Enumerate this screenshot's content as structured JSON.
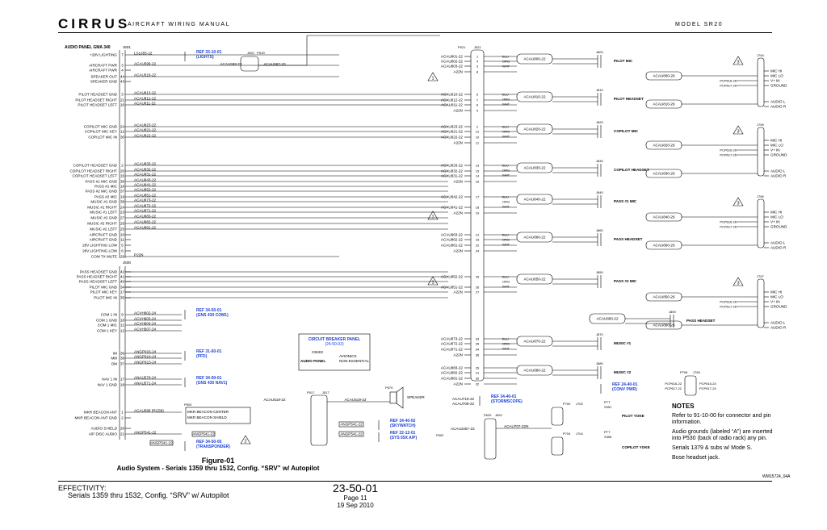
{
  "header": {
    "brand": "CIRRUS",
    "subtitle": "AIRCRAFT WIRING MANUAL",
    "model": "MODEL SR20"
  },
  "figure": {
    "number": "Figure-01",
    "title": "Audio System - Serials 1359 thru 1532, Config. “SRV” w/ Autopilot"
  },
  "effectivity": {
    "label": "EFFECTIVITY:",
    "text": "Serials 1359 thru 1532, Config. “SRV” w/ Autopilot"
  },
  "page": {
    "number": "23-50-01",
    "page": "Page 11",
    "date": "19 Sep 2010"
  },
  "drawing_id": "WM15724_04A",
  "notes": {
    "title": "NOTES",
    "items": [
      "Refer to 91-10-00 for connector and pin information.",
      "Audio grounds (labeled “A”) are inserted into P530 (back of radio rack) any pin.",
      "Serials 1379 & subs w/ Mode S.",
      "Bose headset jack."
    ]
  },
  "audio_panel": {
    "title": "AUDIO PANEL GMA 340",
    "connector_top": "J501",
    "connector_bottom": "J500",
    "pins_top": [
      {
        "name": "+28V LIGHTING",
        "pin": "7",
        "wire": "LSL655-22"
      },
      {
        "name": "AIRCRAFT PWR",
        "pin": "3",
        "wire": "ACAU598-22"
      },
      {
        "name": "AIRCRAFT PWR",
        "pin": "4",
        "wire": ""
      },
      {
        "name": "SPEAKER OUT",
        "pin": "44",
        "wire": "ACAU519-22"
      },
      {
        "name": "SPEAKER GND",
        "pin": "43",
        "wire": ""
      },
      {
        "name": "PILOT HEADSET GND",
        "pin": "3",
        "wire": "ACAU813-22"
      },
      {
        "name": "PILOT HEADSET RIGHT",
        "pin": "21",
        "wire": "ACAU812-22"
      },
      {
        "name": "PILOT HEADSET LEFT",
        "pin": "16",
        "wire": "ACAU811-22"
      },
      {
        "name": "COPILOT MIC GND",
        "pin": "24",
        "wire": "ACAU823-22"
      },
      {
        "name": "COPILOT MIC KEY",
        "pin": "12",
        "wire": "ACAU821-22"
      },
      {
        "name": "COPILOT MIC IN",
        "pin": "30",
        "wire": "ACAU822-22"
      },
      {
        "name": "COPILOT HEADSET GND",
        "pin": "2",
        "wire": "ACAU833-22"
      },
      {
        "name": "COPILOT HEADSET RIGHT",
        "pin": "20",
        "wire": "ACAU832-22"
      },
      {
        "name": "COPILOT HEADSET LEFT",
        "pin": "15",
        "wire": "ACAU831-22"
      },
      {
        "name": "PASS #1 MIC GND",
        "pin": "36",
        "wire": "ACAU843-22"
      },
      {
        "name": "PASS #1 MIC",
        "pin": "18",
        "wire": "ACAU841-22"
      },
      {
        "name": "PASS #2 MIC GND",
        "pin": "37",
        "wire": "ACAU852-22"
      },
      {
        "name": "PASS #2 MIC",
        "pin": "19",
        "wire": "ACAU851-22"
      },
      {
        "name": "MUSIC #1 GND",
        "pin": "39",
        "wire": "ACAU873-22"
      },
      {
        "name": "MUSIC #1 RIGHT",
        "pin": "24",
        "wire": "ACAU872-22"
      },
      {
        "name": "MUSIC #1 LEFT",
        "pin": "23",
        "wire": "ACAU871-22"
      },
      {
        "name": "MUSIC #2 GND",
        "pin": "27",
        "wire": "ACAU883-22"
      },
      {
        "name": "MUSIC #2 RIGHT",
        "pin": "26",
        "wire": "ACAU882-22"
      },
      {
        "name": "MUSIC #2 LEFT",
        "pin": "25",
        "wire": "ACAU881-22"
      },
      {
        "name": "AIRCRAFT GND",
        "pin": "10",
        "wire": ""
      },
      {
        "name": "AIRCRAFT GND",
        "pin": "11",
        "wire": ""
      },
      {
        "name": "28V LIGHTING LOW",
        "pin": "5",
        "wire": ""
      },
      {
        "name": "28V LIGHTING LOW",
        "pin": "6",
        "wire": ""
      },
      {
        "name": "COM TX MUTE",
        "pin": "29",
        "wire": "P22N"
      }
    ],
    "pins_bottom": [
      {
        "name": "PASS HEADSET GND",
        "pin": "42",
        "wire": ""
      },
      {
        "name": "PASS HEADSET RIGHT",
        "pin": "41",
        "wire": ""
      },
      {
        "name": "PASS HEADSET LEFT",
        "pin": "40",
        "wire": ""
      },
      {
        "name": "PILOT MIC GND",
        "pin": "34",
        "wire": ""
      },
      {
        "name": "PILOT MIC KEY",
        "pin": "17",
        "wire": ""
      },
      {
        "name": "PILOT MIC IN",
        "pin": "35",
        "wire": ""
      },
      {
        "name": "COM 1 IN",
        "pin": "9",
        "wire": "ACVH602-24"
      },
      {
        "name": "COM 1 GND",
        "pin": "10",
        "wire": "ACVH603-24"
      },
      {
        "name": "COM 1 MIC",
        "pin": "11",
        "wire": "ACVH604-24"
      },
      {
        "name": "COM 1 KEY",
        "pin": "12",
        "wire": "ACVH507-24"
      },
      {
        "name": "IM",
        "pin": "36",
        "wire": "ANGP915-24"
      },
      {
        "name": "MM",
        "pin": "38",
        "wire": "ANGP914-24"
      },
      {
        "name": "OM",
        "pin": "37",
        "wire": "ANGP913-24"
      },
      {
        "name": "NAV 1 IN",
        "pin": "17",
        "wire": "ANAU570-24"
      },
      {
        "name": "NAV 1 GND",
        "pin": "18",
        "wire": "ANAU571-24"
      },
      {
        "name": "MKR BEACON ANT",
        "pin": "1",
        "wire": "ACAU588 (RG58)"
      },
      {
        "name": "MKR BEACON ANT GND",
        "pin": "2",
        "wire": ""
      },
      {
        "name": "AUDIO SHIELD",
        "pin": "20",
        "wire": ""
      },
      {
        "name": "A/P DISC AUDIO",
        "pin": "21",
        "wire": "ANGP541-22"
      }
    ]
  },
  "refs": [
    {
      "ref": "REF 33-10-01",
      "desc": "(LIGHTS)"
    },
    {
      "ref": "REF 34-50-01",
      "desc": "(GNS 430 COM1)"
    },
    {
      "ref": "REF 31-60-01",
      "desc": "(PFD)"
    },
    {
      "ref": "REF 34-50-01",
      "desc": "(GNS 430 NAV1)"
    },
    {
      "ref": "REF 34-50-05",
      "desc": "(TRANSPONDER)"
    },
    {
      "ref": "REF 34-40-01",
      "desc": "(STORMSCOPE)"
    },
    {
      "ref": "REF 34-40-02",
      "desc": "(SKYWATCH)"
    },
    {
      "ref": "REF 22-12-01",
      "desc": "(SYS 55X A/P)"
    },
    {
      "ref": "REF 24-40-01",
      "desc": "(CONV PWR)"
    }
  ],
  "breaker": {
    "title": "CIRCUIT BREAKER PANEL",
    "ref": "(24-50-02)",
    "cb": "CB402",
    "label1": "AVIONICS",
    "label2": "NON-ESSENTIAL",
    "panel": "AUDIO PANEL"
  },
  "p521": {
    "label": "P521",
    "label2": "J521",
    "rows": [
      [
        "ACAU801-22",
        "1"
      ],
      [
        "ACAU802-22",
        "4"
      ],
      [
        "ACAU803-22",
        "3"
      ],
      [
        "A22N",
        "8"
      ],
      [
        "ACAU810-22",
        "5"
      ],
      [
        "ACAU812-22",
        "7"
      ],
      [
        "ACAU811-22",
        "6"
      ],
      [
        "A22N",
        "9"
      ],
      [
        "ACAU823-22",
        "2"
      ],
      [
        "ACAU821-22",
        "12"
      ],
      [
        "ACAU822-22",
        "10"
      ],
      [
        "A22N",
        "11"
      ],
      [
        "ACAU833-22",
        "13"
      ],
      [
        "ACAU832-22",
        "15"
      ],
      [
        "ACAU831-22",
        "14"
      ],
      [
        "A22N",
        "16"
      ],
      [
        "ACAU842-22",
        "17"
      ],
      [
        "ACAU841-22",
        "18"
      ],
      [
        "A22N",
        "19"
      ],
      [
        "ACAU863-22",
        "21"
      ],
      [
        "ACAU862-22",
        "23"
      ],
      [
        "ACAU861-22",
        "22"
      ],
      [
        "A22N",
        "24"
      ],
      [
        "ACAU852-22",
        "25"
      ],
      [
        "ACAU851-22",
        "26"
      ],
      [
        "A22N",
        "27"
      ],
      [
        "ACAU873-22",
        "33"
      ],
      [
        "ACAU872-22",
        "35"
      ],
      [
        "ACAU871-22",
        "34"
      ],
      [
        "A22N",
        "36"
      ],
      [
        "ACAU883-22",
        "29"
      ],
      [
        "ACAU882-22",
        "31"
      ],
      [
        "ACAU881-22",
        "30"
      ],
      [
        "A22N",
        "32"
      ]
    ]
  },
  "jacks": [
    {
      "id": "J800",
      "name": "PILOT MIC",
      "cable": "ACAU800-22"
    },
    {
      "id": "J810",
      "name": "PILOT HEADSET",
      "cable": "ACAU810-22"
    },
    {
      "id": "J820",
      "name": "COPILOT MIC",
      "cable": "ACAU820-22"
    },
    {
      "id": "J830",
      "name": "COPILOT HEADSET",
      "cable": "ACAU830-22"
    },
    {
      "id": "J840",
      "name": "PASS #1 MIC",
      "cable": "ACAU840-22"
    },
    {
      "id": "J860",
      "name": "PASS HEADSET",
      "cable": "ACAU860-22"
    },
    {
      "id": "J850",
      "name": "PASS #2 MIC",
      "cable": "ACAU850-22"
    },
    {
      "id": "J890",
      "name": "PASS HEADSET",
      "cable": "ACAU890-22"
    },
    {
      "id": "J870",
      "name": "MUSIC #1",
      "cable": "ACAU870-22"
    },
    {
      "id": "J880",
      "name": "MUSIC #2",
      "cable": "ACAU880-22"
    }
  ],
  "bose": [
    {
      "id": "J794",
      "rows": [
        "MIC HI",
        "MIC LO",
        "V+ IN",
        "GROUND",
        "AUDIO L",
        "AUDIO R"
      ],
      "pcp": [
        "PCP616-26",
        "PCP617-26"
      ],
      "cable": "ACAU800-26",
      "cable2": "ACAU810-26"
    },
    {
      "id": "J795",
      "rows": [
        "MIC HI",
        "MIC LO",
        "V+ IN",
        "GROUND",
        "AUDIO L",
        "AUDIO R"
      ],
      "pcp": [
        "PCP616-26",
        "PCP617-26"
      ],
      "cable": "ACAU820-26",
      "cable2": "ACAU830-26"
    },
    {
      "id": "J796",
      "rows": [
        "MIC HI",
        "MIC LO",
        "V+ IN",
        "GROUND",
        "AUDIO L",
        "AUDIO R"
      ],
      "pcp": [
        "PCP616-26",
        "PCP617-26"
      ],
      "cable": "ACAU840-26",
      "cable2": "ACAU860-26"
    },
    {
      "id": "J797",
      "rows": [
        "MIC HI",
        "MIC LO",
        "V+ IN",
        "GROUND",
        "AUDIO L",
        "AUDIO R"
      ],
      "pcp": [
        "PCP616-26",
        "PCP617-26"
      ],
      "cable": "ACAU850-26",
      "cable2": "ACAU890-26"
    }
  ],
  "colors": {
    "blu": "BLU",
    "org": "ORG",
    "wht": "WHT"
  },
  "misc": {
    "speaker": "SPEAKER",
    "j520": "J520",
    "ps20": "PS20",
    "p517": "P517",
    "j517": "J517",
    "p670": "P670",
    "p503": "P503",
    "mkr_center": "MKR BEACON CENTER",
    "mkr_shield": "MKR BEACON SHIELD",
    "p620": "P620",
    "j620": "J620",
    "p700": "P700",
    "j700": "J700",
    "p704": "P704",
    "j704": "J704",
    "ptt1": "PTT",
    "s351": "S351",
    "pilot_yoke": "PILOT YOKE",
    "ptt2": "PTT",
    "s356": "S356",
    "copilot_yoke": "COPILOT YOKE",
    "p799": "P799",
    "j799": "J799",
    "p502": "P502",
    "acau519": "ACAU519-22",
    "acau587": "ACAU587-20",
    "acau598": "ACAU598-22",
    "acau719": "ACAU719-22",
    "acau706": "ACAU706-22",
    "acau707": "ACAU707-22N",
    "acau718": "ACAU718-22",
    "acau1057": "ACAU1057-22",
    "anpg541": "ANGP541-22",
    "pcp616": "PCP616-22",
    "pcp617": "PCP617-22",
    "pcp616b": "PCP616-24",
    "pcp617b": "PCP617-24"
  }
}
